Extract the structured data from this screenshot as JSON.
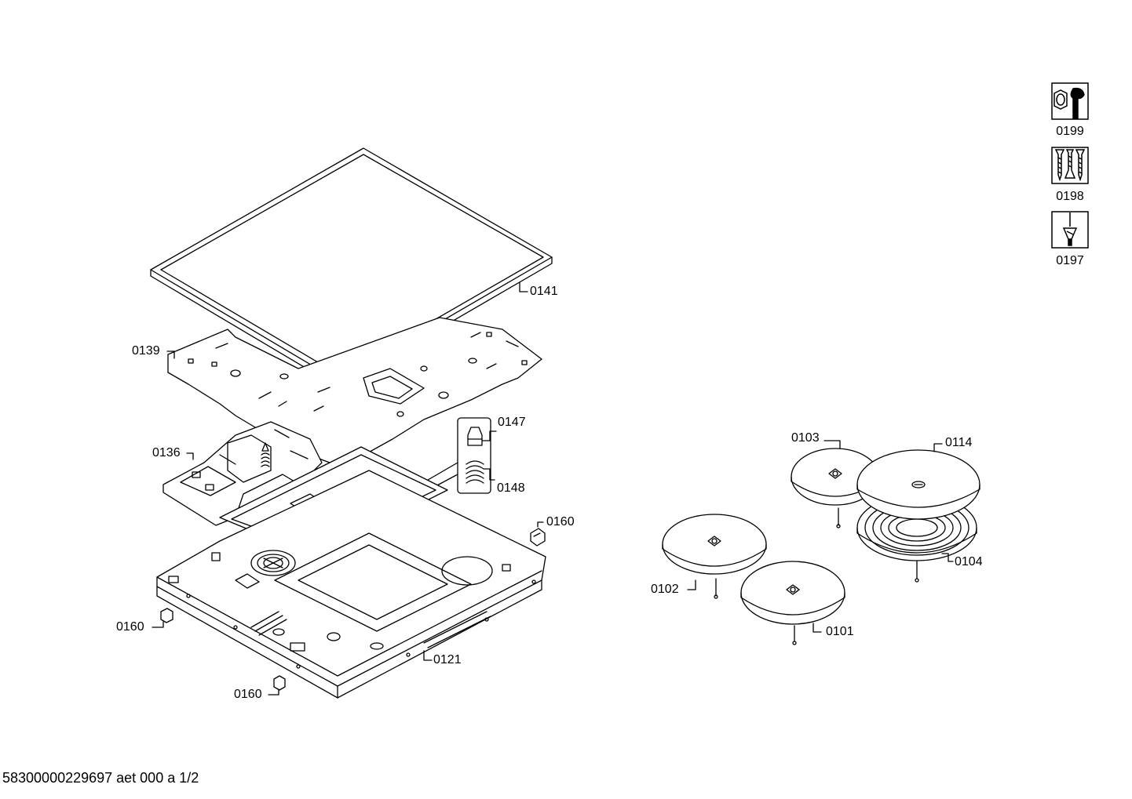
{
  "callouts": {
    "c0141": "0141",
    "c0139": "0139",
    "c0147": "0147",
    "c0148": "0148",
    "c0136": "0136",
    "c0160_right": "0160",
    "c0160_left": "0160",
    "c0160_bottom": "0160",
    "c0121": "0121",
    "c0103": "0103",
    "c0114": "0114",
    "c0102": "0102",
    "c0104": "0104",
    "c0101": "0101"
  },
  "tools": [
    {
      "number": "0199",
      "icon": "wrench-nut-icon"
    },
    {
      "number": "0198",
      "icon": "screws-icon"
    },
    {
      "number": "0197",
      "icon": "screwdriver-icon"
    }
  ],
  "footer": {
    "document_id": "58300000229697 aet 000 a 1/2"
  }
}
